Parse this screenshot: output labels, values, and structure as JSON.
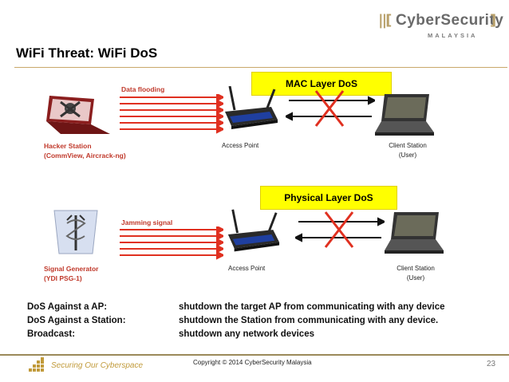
{
  "logo": {
    "name": "CyberSecurity",
    "sub": "MALAYSIA"
  },
  "slide": {
    "title": "WiFi Threat: WiFi DoS",
    "page_number": "23"
  },
  "mac_section": {
    "badge": "MAC Layer DoS",
    "flood_label": "Data flooding",
    "attacker_label_line1": "Hacker Station",
    "attacker_label_line2": "(CommView, Aircrack-ng)",
    "ap_label": "Access Point",
    "client_label_line1": "Client Station",
    "client_label_line2": "(User)"
  },
  "phy_section": {
    "badge": "Physical Layer DoS",
    "flood_label": "Jamming signal",
    "attacker_label_line1": "Signal Generator",
    "attacker_label_line2": "(YDI PSG-1)",
    "ap_label": "Access Point",
    "client_label_line1": "Client Station",
    "client_label_line2": "(User)"
  },
  "attacks": [
    {
      "target": "DoS Against a AP:",
      "effect": "shutdown the target AP from communicating with any device"
    },
    {
      "target": "DoS Against a Station:",
      "effect": "shutdown the Station from communicating with any device."
    },
    {
      "target": "Broadcast:",
      "effect": "shutdown any network devices"
    }
  ],
  "footer": {
    "slogan": "Securing Our Cyberspace",
    "copyright": "Copyright © 2014 CyberSecurity Malaysia"
  },
  "colors": {
    "accent_gold": "#c9a86a",
    "flood_red": "#e03020",
    "badge_yellow": "#ffff00",
    "label_red": "#c0392b"
  }
}
